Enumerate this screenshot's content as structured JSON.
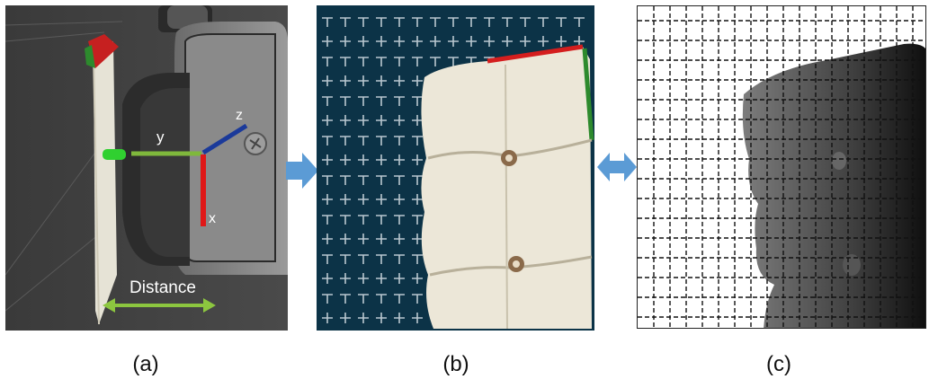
{
  "panel_a": {
    "axis_labels": {
      "x": "x",
      "y": "y",
      "z": "z"
    },
    "distance_label": "Distance"
  },
  "captions": [
    "(a)",
    "(b)",
    "(c)"
  ],
  "colors": {
    "axis_x": "#e01818",
    "axis_y": "#7fb83c",
    "axis_z": "#1b3a9a",
    "arrow": "#5b9bd5",
    "distance_arrow": "#8cc63f",
    "grid_b": "#d9e2e8",
    "grid_c": "#111111"
  },
  "icons": {
    "arrow_ab": "right-arrow-icon",
    "arrow_bc": "double-arrow-icon"
  }
}
